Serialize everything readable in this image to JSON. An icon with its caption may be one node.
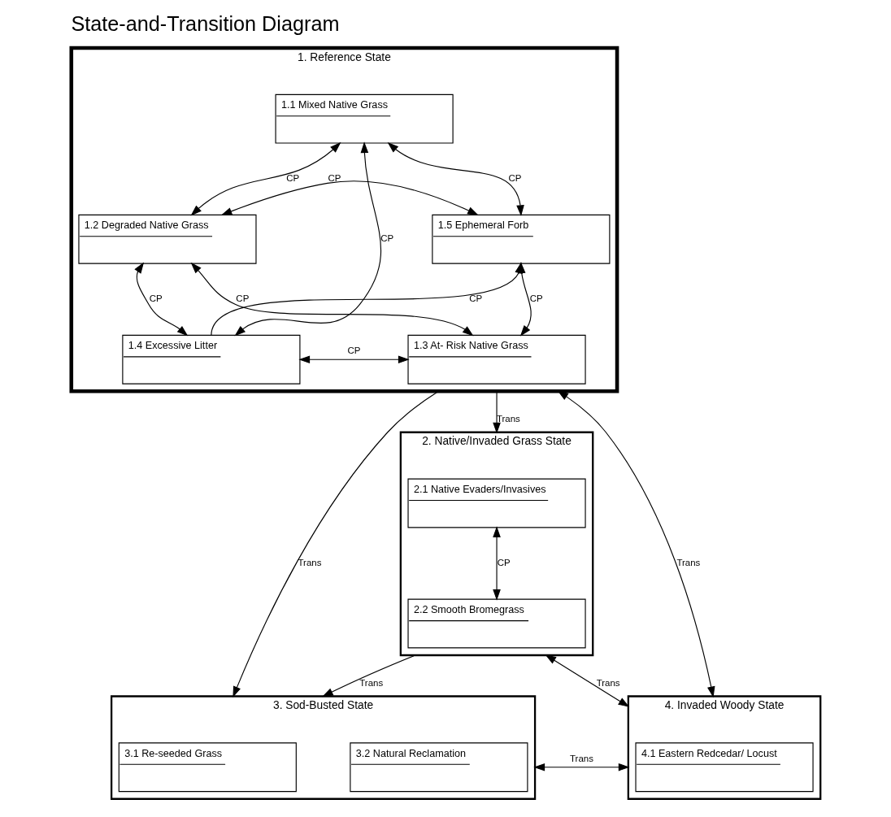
{
  "diagram": {
    "title": "State-and-Transition Diagram",
    "nodes": [
      {
        "text": [
          "1. Reference State"
        ]
      },
      {
        "text": [
          "1.1 Mixed Native Grass"
        ],
        "in": 0
      },
      {
        "text": [
          "1.2 Degraded Native Grass"
        ],
        "in": 0
      },
      {
        "text": [
          "1.5 Ephemeral Forb"
        ],
        "in": 0
      },
      {
        "text": [
          "1.4 Excessive Litter"
        ],
        "in": 0
      },
      {
        "text": [
          "1.3 At- Risk Native Grass"
        ],
        "in": 0
      },
      {
        "text": [
          "2. Native/Invaded Grass State"
        ]
      },
      {
        "text": [
          "2.1 Native Evaders/Invasives"
        ],
        "in": 6
      },
      {
        "text": [
          "2.2 Smooth Bromegrass"
        ],
        "in": 6
      },
      {
        "text": [
          "3. Sod-Busted State"
        ]
      },
      {
        "text": [
          "3.1 Re-seeded Grass"
        ],
        "in": 9
      },
      {
        "text": [
          "3.2 Natural Reclamation"
        ],
        "in": 9
      },
      {
        "text": [
          "4. Invaded Woody State"
        ]
      },
      {
        "text": [
          "4.1 Eastern Redcedar/ Locust"
        ],
        "in": 12
      }
    ],
    "edges": [
      {
        "from": 1,
        "to": 2,
        "arrow": "both",
        "label": "CP"
      },
      {
        "from": 1,
        "to": 3,
        "arrow": "both",
        "label": "CP"
      },
      {
        "from": 2,
        "to": 3,
        "arrow": "both",
        "label": "CP"
      },
      {
        "from": 1,
        "to": 4,
        "arrow": "both",
        "label": "CP"
      },
      {
        "from": 2,
        "to": 4,
        "arrow": "both",
        "label": "CP"
      },
      {
        "from": 4,
        "to": 3,
        "arrow": "to",
        "label": "CP"
      },
      {
        "from": 2,
        "to": 5,
        "arrow": "both",
        "label": "CP"
      },
      {
        "from": 3,
        "to": 5,
        "arrow": "both",
        "label": "CP"
      },
      {
        "from": 4,
        "to": 5,
        "arrow": "both",
        "label": "CP"
      },
      {
        "from": 0,
        "to": 6,
        "arrow": "to",
        "label": "Trans"
      },
      {
        "from": 0,
        "to": 9,
        "arrow": "to",
        "label": "Trans"
      },
      {
        "from": 0,
        "to": 12,
        "arrow": "both",
        "label": "Trans"
      },
      {
        "from": 7,
        "to": 8,
        "arrow": "both",
        "label": "CP"
      },
      {
        "from": 6,
        "to": 9,
        "arrow": "to",
        "label": "Trans"
      },
      {
        "from": 6,
        "to": 12,
        "arrow": "both",
        "label": "Trans"
      },
      {
        "from": 9,
        "to": 12,
        "arrow": "both",
        "label": "Trans"
      }
    ]
  }
}
